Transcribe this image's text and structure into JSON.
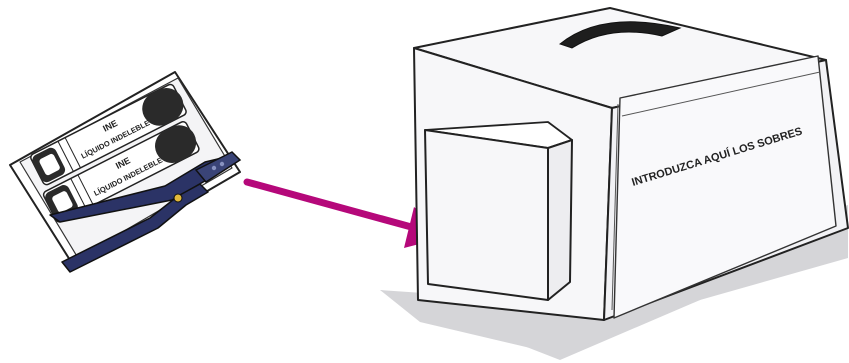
{
  "kit": {
    "marker_top": {
      "brand": "INE",
      "label": "LÍQUIDO INDELEBLE"
    },
    "marker_bottom": {
      "brand": "INE",
      "label": "LÍQUIDO INDELEBLE"
    }
  },
  "box": {
    "slot_label": "INTRODUZCA AQUÍ LOS SOBRES"
  },
  "colors": {
    "arrow": "#B5087A",
    "pliers": "#2B3366",
    "marker_body": "#2a2a2a",
    "box_fill": "#F7F7F9",
    "shadow": "#D5D5D8",
    "outline": "#222222"
  },
  "icons": {
    "kit": "indelible-ink-kit-icon",
    "pliers": "pliers-icon",
    "arrow": "arrow-right-icon",
    "box": "ballot-box-icon"
  }
}
